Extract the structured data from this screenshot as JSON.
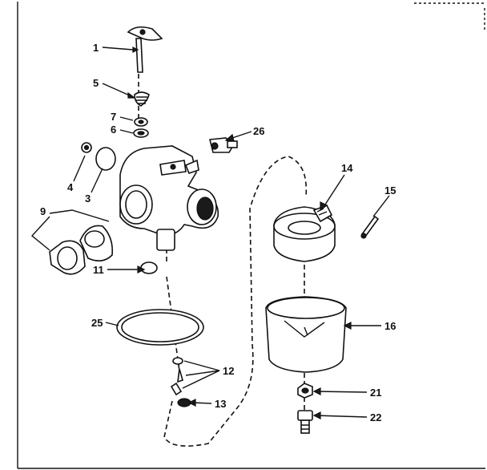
{
  "labels": {
    "l1": "1",
    "l5": "5",
    "l7": "7",
    "l6": "6",
    "l26": "26",
    "l4": "4",
    "l3": "3",
    "l9": "9",
    "l14": "14",
    "l15": "15",
    "l11": "11",
    "l25": "25",
    "l16": "16",
    "l12": "12",
    "l13": "13",
    "l21": "21",
    "l22": "22"
  },
  "colors": {
    "ink": "#111111",
    "paper": "#ffffff"
  }
}
